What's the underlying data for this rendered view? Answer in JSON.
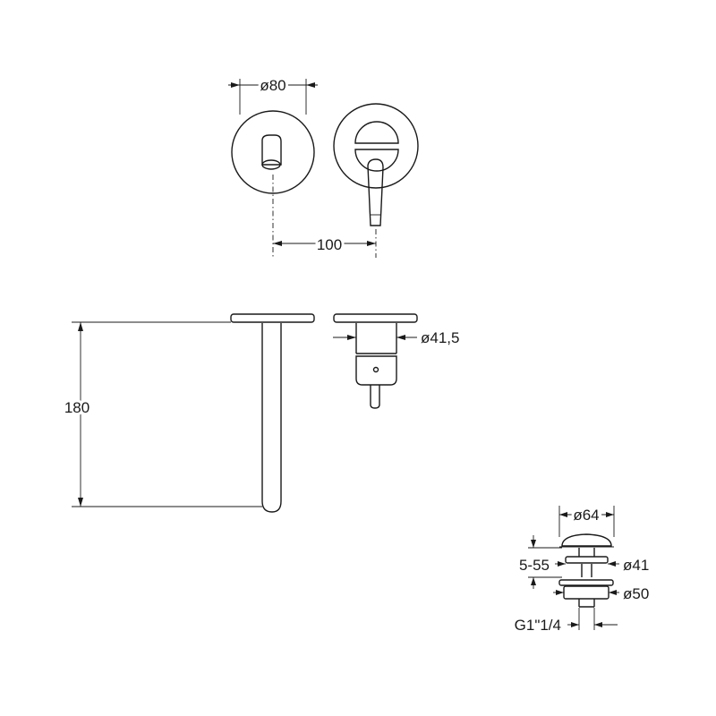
{
  "dimensions": {
    "plate_diameter": "ø80",
    "spout_offset": "100",
    "spout_length": "180",
    "body_diameter": "ø41,5",
    "waste_top_diameter": "ø64",
    "waste_adjust_range": "5-55",
    "waste_stem_diameter": "ø41",
    "waste_body_diameter": "ø50",
    "waste_thread": "G1\"1/4"
  }
}
